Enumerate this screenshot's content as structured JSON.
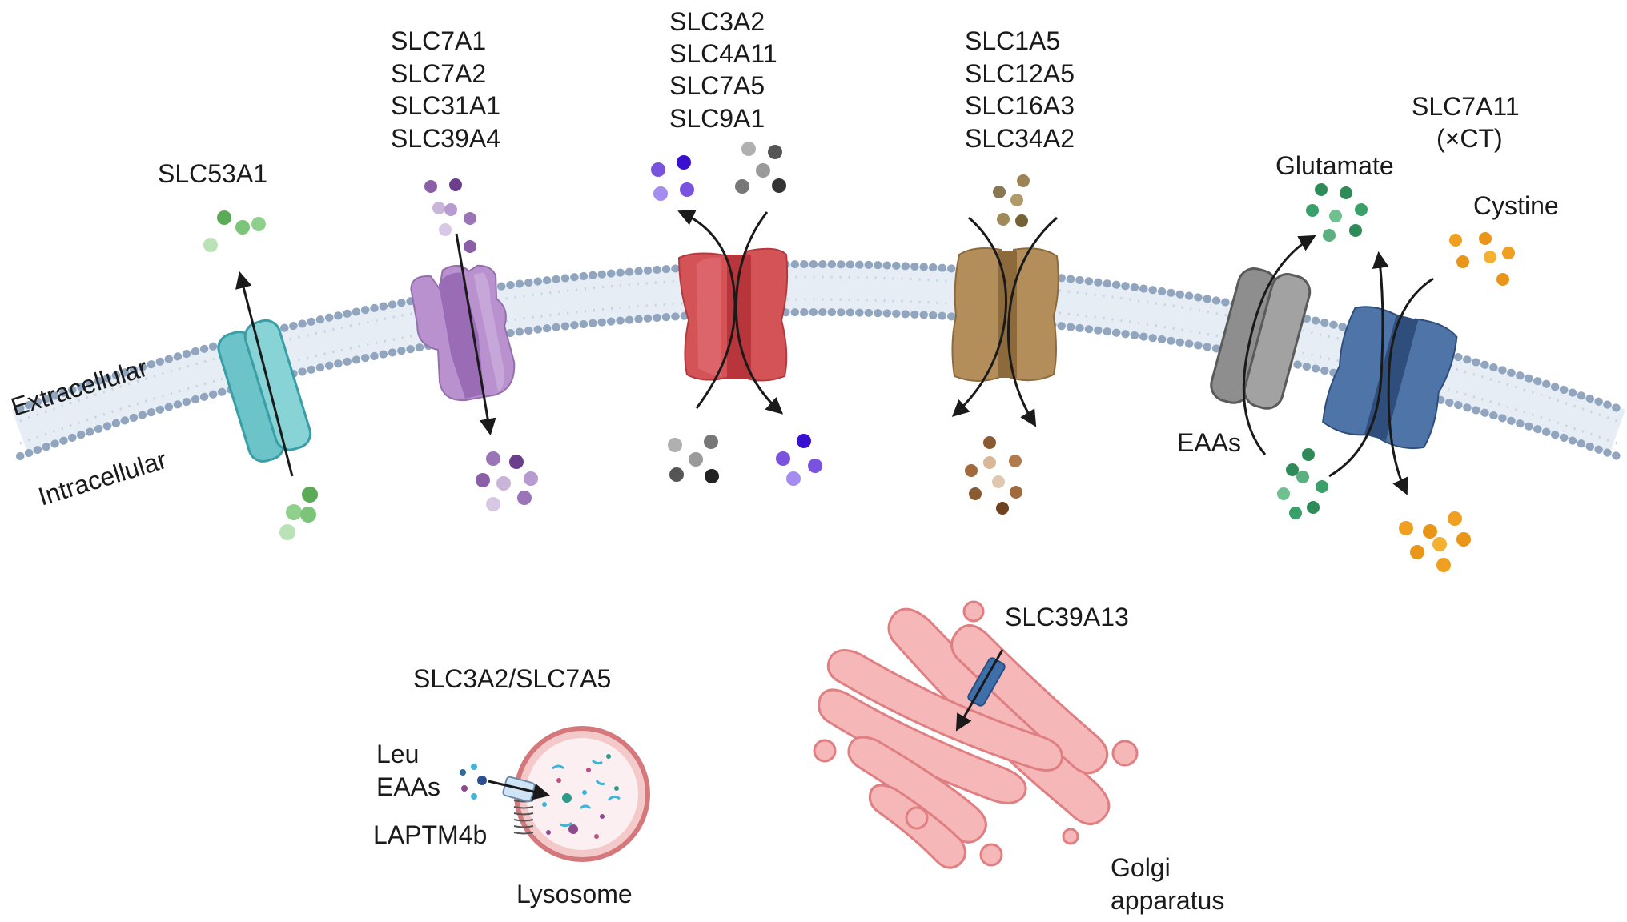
{
  "membrane": {
    "extracellular_label": "Extracellular",
    "intracellular_label": "Intracellular"
  },
  "transporters": {
    "slc53a1": {
      "labels": [
        "SLC53A1"
      ],
      "color": "#6cc3c8"
    },
    "group_purple": {
      "labels": [
        "SLC7A1",
        "SLC7A2",
        "SLC31A1",
        "SLC39A4"
      ],
      "color": "#a884c2"
    },
    "group_red": {
      "labels": [
        "SLC3A2",
        "SLC4A11",
        "SLC7A5",
        "SLC9A1"
      ],
      "color": "#d45357"
    },
    "group_brown": {
      "labels": [
        "SLC1A5",
        "SLC12A5",
        "SLC16A3",
        "SLC34A2"
      ],
      "color": "#a7834f"
    },
    "xct": {
      "labels": [
        "SLC7A11",
        "(×CT)"
      ],
      "color": "#3f6496"
    }
  },
  "substrates": {
    "glutamate": "Glutamate",
    "cystine": "Cystine",
    "eaas": "EAAs"
  },
  "lysosome": {
    "transporter_label": "SLC3A2/SLC7A5",
    "leu_label": "Leu",
    "eaas_label": "EAAs",
    "laptm_label": "LAPTM4b",
    "organelle_label": "Lysosome"
  },
  "golgi": {
    "transporter_label": "SLC39A13",
    "organelle_label_line1": "Golgi",
    "organelle_label_line2": "apparatus"
  }
}
